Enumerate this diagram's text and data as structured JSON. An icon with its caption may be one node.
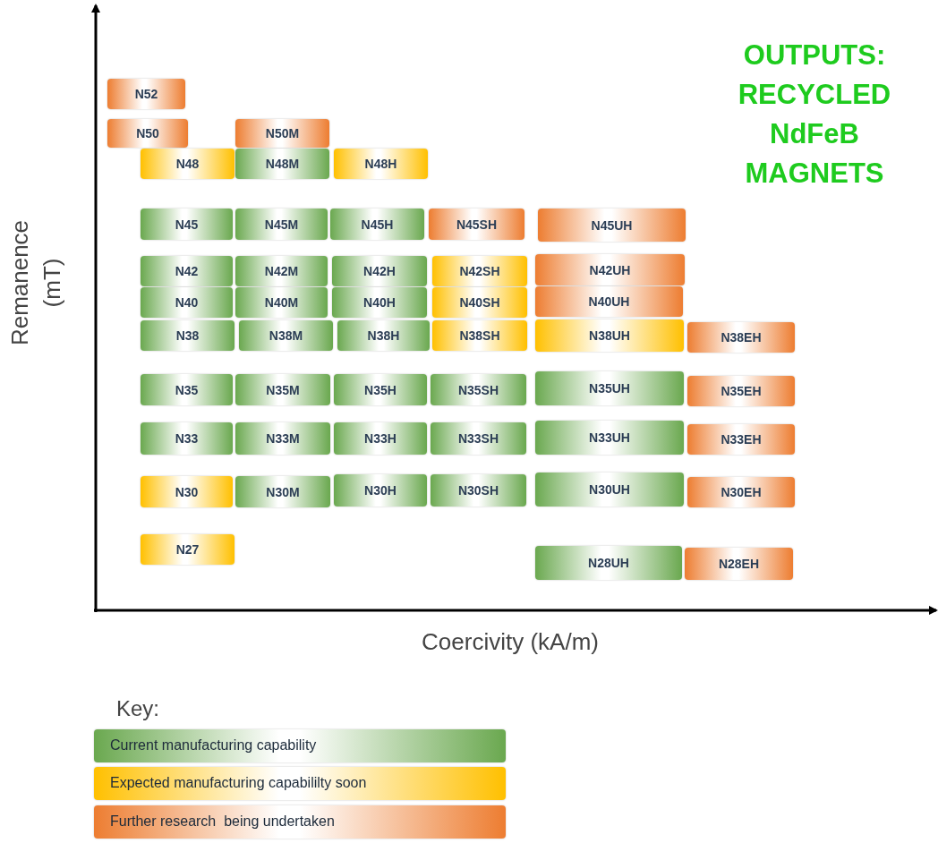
{
  "diagram": {
    "title": "OUTPUTS: RECYCLED NdFeB MAGNETS",
    "nodes": [
      {
        "text": [
          "N52"
        ]
      },
      {
        "text": [
          "N50"
        ]
      },
      {
        "text": [
          "N50M"
        ]
      },
      {
        "text": [
          "N48"
        ]
      },
      {
        "text": [
          "N48M"
        ]
      },
      {
        "text": [
          "N48H"
        ]
      },
      {
        "text": [
          "N45"
        ]
      },
      {
        "text": [
          "N45M"
        ]
      },
      {
        "text": [
          "N45H"
        ]
      },
      {
        "text": [
          "N45SH"
        ]
      },
      {
        "text": [
          "N45UH"
        ]
      },
      {
        "text": [
          "N42"
        ]
      },
      {
        "text": [
          "N42M"
        ]
      },
      {
        "text": [
          "N42H"
        ]
      },
      {
        "text": [
          "N42SH"
        ]
      },
      {
        "text": [
          "N42UH"
        ]
      },
      {
        "text": [
          "N40"
        ]
      },
      {
        "text": [
          "N40M"
        ]
      },
      {
        "text": [
          "N40H"
        ]
      },
      {
        "text": [
          "N40SH"
        ]
      },
      {
        "text": [
          "N40UH"
        ]
      },
      {
        "text": [
          "N38"
        ]
      },
      {
        "text": [
          "N38M"
        ]
      },
      {
        "text": [
          "N38H"
        ]
      },
      {
        "text": [
          "N38SH"
        ]
      },
      {
        "text": [
          "N38UH"
        ]
      },
      {
        "text": [
          "N38EH"
        ]
      },
      {
        "text": [
          "N35"
        ]
      },
      {
        "text": [
          "N35M"
        ]
      },
      {
        "text": [
          "N35H"
        ]
      },
      {
        "text": [
          "N35SH"
        ]
      },
      {
        "text": [
          "N35UH"
        ]
      },
      {
        "text": [
          "N35EH"
        ]
      },
      {
        "text": [
          "N33"
        ]
      },
      {
        "text": [
          "N33M"
        ]
      },
      {
        "text": [
          "N33H"
        ]
      },
      {
        "text": [
          "N33SH"
        ]
      },
      {
        "text": [
          "N33UH"
        ]
      },
      {
        "text": [
          "N33EH"
        ]
      },
      {
        "text": [
          "N30"
        ]
      },
      {
        "text": [
          "N30M"
        ]
      },
      {
        "text": [
          "N30H"
        ]
      },
      {
        "text": [
          "N30SH"
        ]
      },
      {
        "text": [
          "N30UH"
        ]
      },
      {
        "text": [
          "N30EH"
        ]
      },
      {
        "text": [
          "N27"
        ]
      },
      {
        "text": [
          "N28UH"
        ]
      },
      {
        "text": [
          "N28EH"
        ]
      }
    ],
    "labels": [
      "Remanence (mT)",
      "Coercivity (kA/m)",
      "Key:"
    ],
    "legend": [
      {
        "text": "Current manufacturing capability",
        "color": "#6aa84f"
      },
      {
        "text": "Expected manufacturing capabililty soon",
        "color": "#ffc000"
      },
      {
        "text": "Further research  being undertaken",
        "color": "#ed7d31"
      }
    ]
  }
}
